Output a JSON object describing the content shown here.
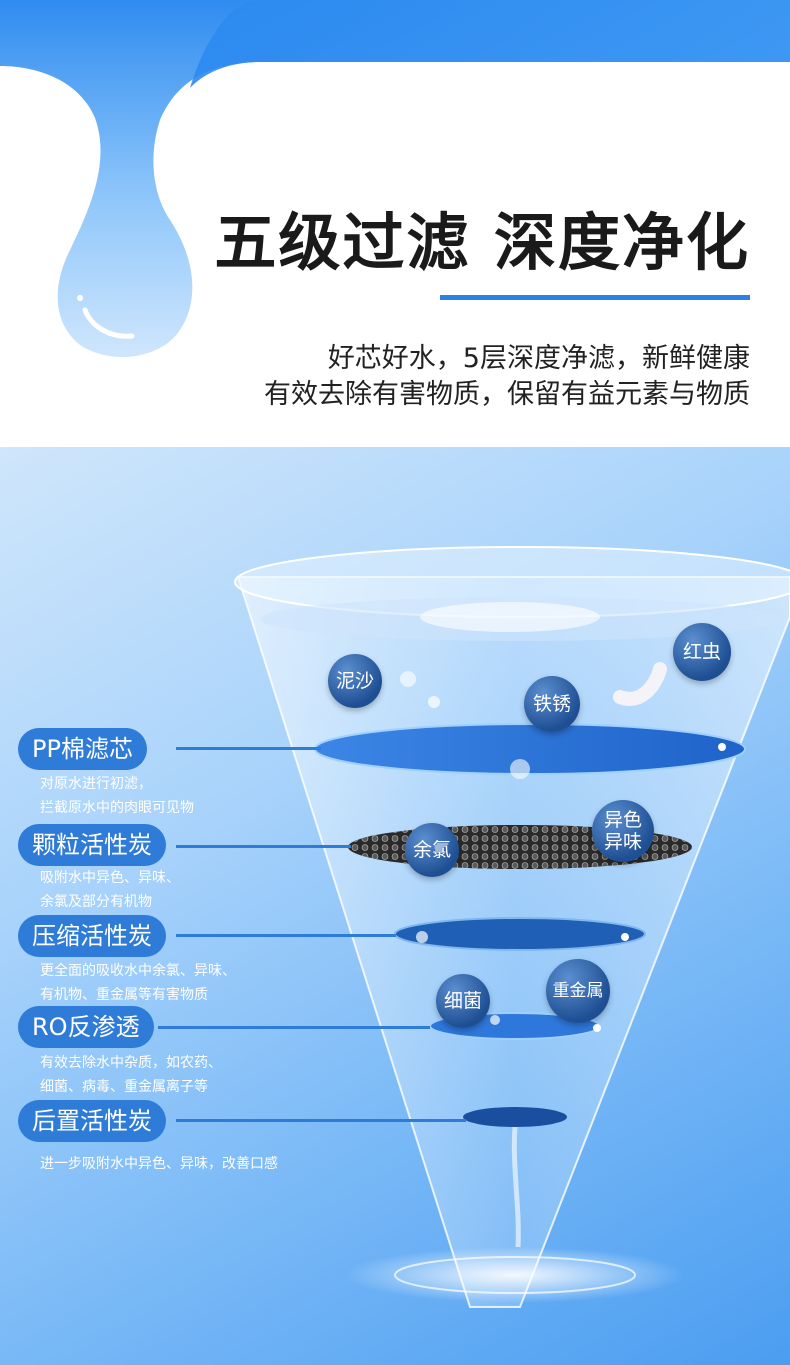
{
  "header": {
    "title": "五级过滤 深度净化",
    "desc_line1": "好芯好水，5层深度净滤，新鲜健康",
    "desc_line2": "有效去除有害物质，保留有益元素与物质"
  },
  "colors": {
    "accent": "#2b82e6",
    "badge": "#2f7bd8",
    "bubble": "#1f4f93"
  },
  "layers": [
    {
      "name": "PP棉滤芯",
      "note1": "对原水进行初滤，",
      "note2": "拦截原水中的肉眼可见物"
    },
    {
      "name": "颗粒活性炭",
      "note1": "吸附水中异色、异味、",
      "note2": "余氯及部分有机物"
    },
    {
      "name": "压缩活性炭",
      "note1": "更全面的吸收水中余氯、异味、",
      "note2": "有机物、重金属等有害物质"
    },
    {
      "name": "RO反渗透",
      "note1": "有效去除水中杂质，如农药、",
      "note2": "细菌、病毒、重金属离子等"
    },
    {
      "name": "后置活性炭",
      "note1": "进一步吸附水中异色、异味，改善口感",
      "note2": ""
    }
  ],
  "bubbles": {
    "sand": "泥沙",
    "worm": "红虫",
    "rust": "铁锈",
    "chlorine": "余氯",
    "odor_line1": "异色",
    "odor_line2": "异味",
    "bacteria": "细菌",
    "metal": "重金属"
  }
}
